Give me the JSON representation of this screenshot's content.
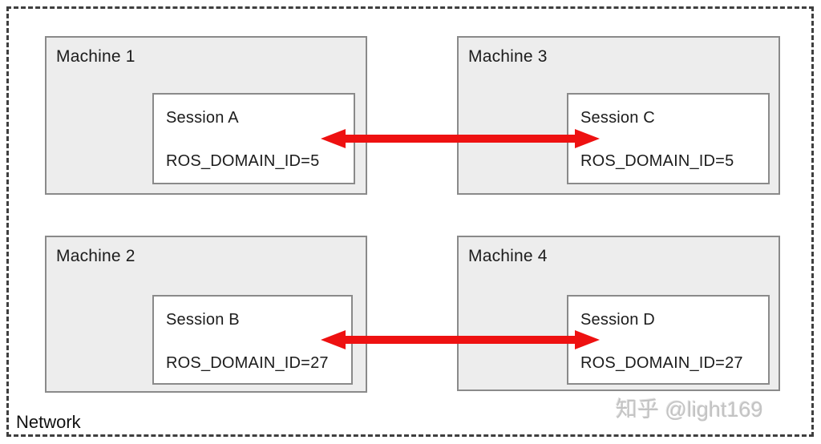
{
  "diagram": {
    "network_label": "Network",
    "machines": [
      {
        "name": "Machine 1",
        "session": {
          "name": "Session A",
          "env": "ROS_DOMAIN_ID=5"
        }
      },
      {
        "name": "Machine 2",
        "session": {
          "name": "Session B",
          "env": "ROS_DOMAIN_ID=27"
        }
      },
      {
        "name": "Machine 3",
        "session": {
          "name": "Session C",
          "env": "ROS_DOMAIN_ID=5"
        }
      },
      {
        "name": "Machine 4",
        "session": {
          "name": "Session D",
          "env": "ROS_DOMAIN_ID=27"
        }
      }
    ],
    "connections": [
      {
        "from": "Session A",
        "to": "Session C",
        "domain_id": 5
      },
      {
        "from": "Session B",
        "to": "Session D",
        "domain_id": 27
      }
    ],
    "colors": {
      "arrow": "#ee1111",
      "machine_fill": "#ededed",
      "box_border": "#8a8a8a",
      "network_border": "#3f3f3f"
    }
  },
  "watermark": "知乎 @light169"
}
